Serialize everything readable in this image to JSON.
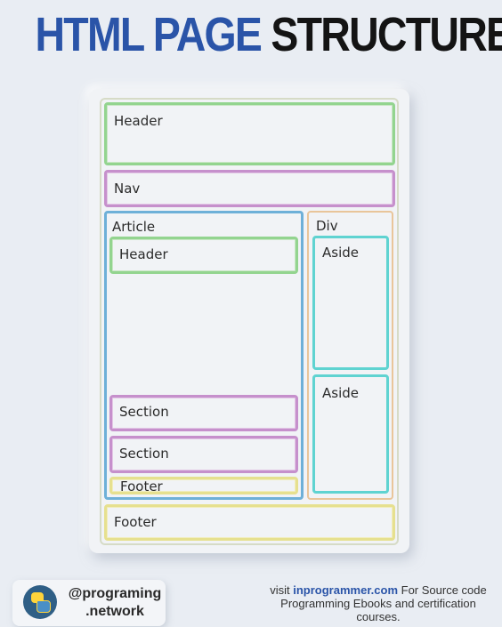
{
  "title": {
    "part1": "HTML PAGE",
    "part2": "STRUCTURE"
  },
  "diagram": {
    "header": "Header",
    "nav": "Nav",
    "article": {
      "label": "Article",
      "header": "Header",
      "section1": "Section",
      "section2": "Section",
      "footer": "Footer"
    },
    "div": {
      "label": "Div",
      "aside1": "Aside",
      "aside2": "Aside"
    },
    "footer": "Footer"
  },
  "badge": {
    "handle_line1": "@programing",
    "handle_line2": ".network",
    "icon": "python-logo-icon"
  },
  "promo": {
    "prefix": "visit ",
    "site": "inprogrammer.com",
    "rest": " For Source code Programming Ebooks and certification courses."
  },
  "colors": {
    "title_blue": "#2a54a8",
    "header_green": "#93d48f",
    "nav_purple": "#c690cc",
    "article_blue": "#6eb0d8",
    "aside_teal": "#5fd3d1",
    "div_orange": "#e9c59a",
    "footer_yellow": "#e6e08f"
  }
}
